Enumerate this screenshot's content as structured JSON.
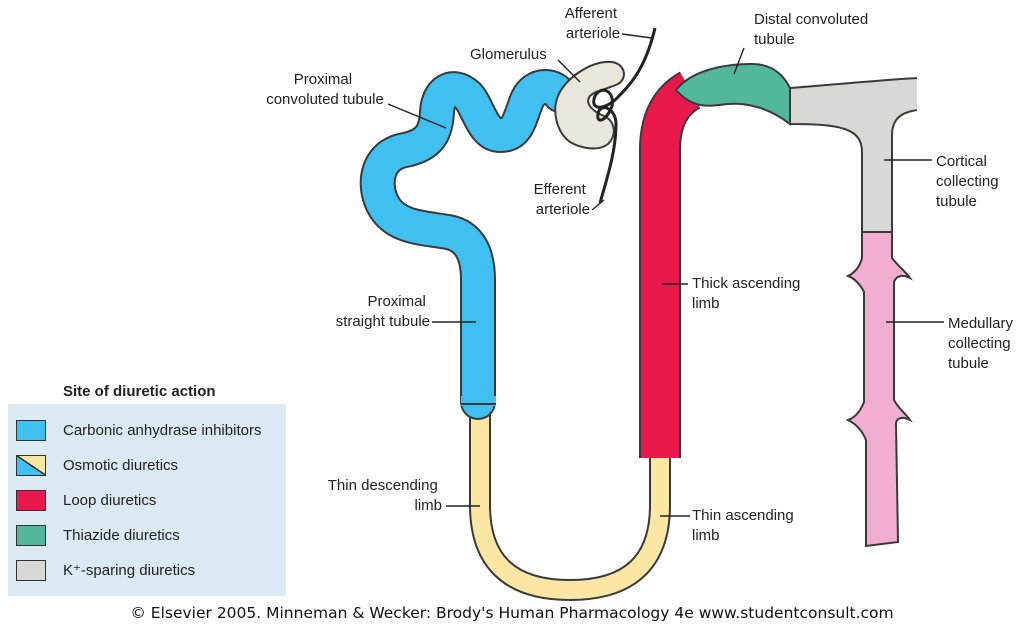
{
  "labels": {
    "afferent": [
      "Afferent",
      "arteriole"
    ],
    "glomerulus": "Glomerulus",
    "distal": [
      "Distal convoluted",
      "tubule"
    ],
    "proximal_convoluted": [
      "Proximal",
      "convoluted tubule"
    ],
    "efferent": [
      "Efferent",
      "arteriole"
    ],
    "cortical": [
      "Cortical",
      "collecting",
      "tubule"
    ],
    "thick_ascending": [
      "Thick ascending",
      "limb"
    ],
    "proximal_straight": [
      "Proximal",
      "straight tubule"
    ],
    "medullary": [
      "Medullary",
      "collecting",
      "tubule"
    ],
    "thin_descending": [
      "Thin descending",
      "limb"
    ],
    "thin_ascending": [
      "Thin ascending",
      "limb"
    ]
  },
  "legend": {
    "title": "Site of diuretic action",
    "items": [
      {
        "label": "Carbonic anhydrase inhibitors",
        "color": "#40c0f0"
      },
      {
        "label": "Osmotic diuretics",
        "color": "#40c0f0",
        "color2": "#fbe6a3"
      },
      {
        "label": "Loop diuretics",
        "color": "#e8194a"
      },
      {
        "label": "Thiazide diuretics",
        "color": "#52b89c"
      },
      {
        "label": "K⁺-sparing diuretics",
        "color": "#d8d9d4"
      }
    ]
  },
  "colors": {
    "proximal": "#40c0f0",
    "thin_limb": "#fbe6a3",
    "loop": "#e8194a",
    "distal": "#52b89c",
    "collecting_cortical": "#d8d9d4",
    "collecting_medullary": "#f2aed0",
    "glomerulus": "#e9e6dc",
    "outline": "#3a3a3a"
  },
  "credit": "© Elsevier 2005. Minneman & Wecker: Brody's Human Pharmacology 4e www.studentconsult.com"
}
